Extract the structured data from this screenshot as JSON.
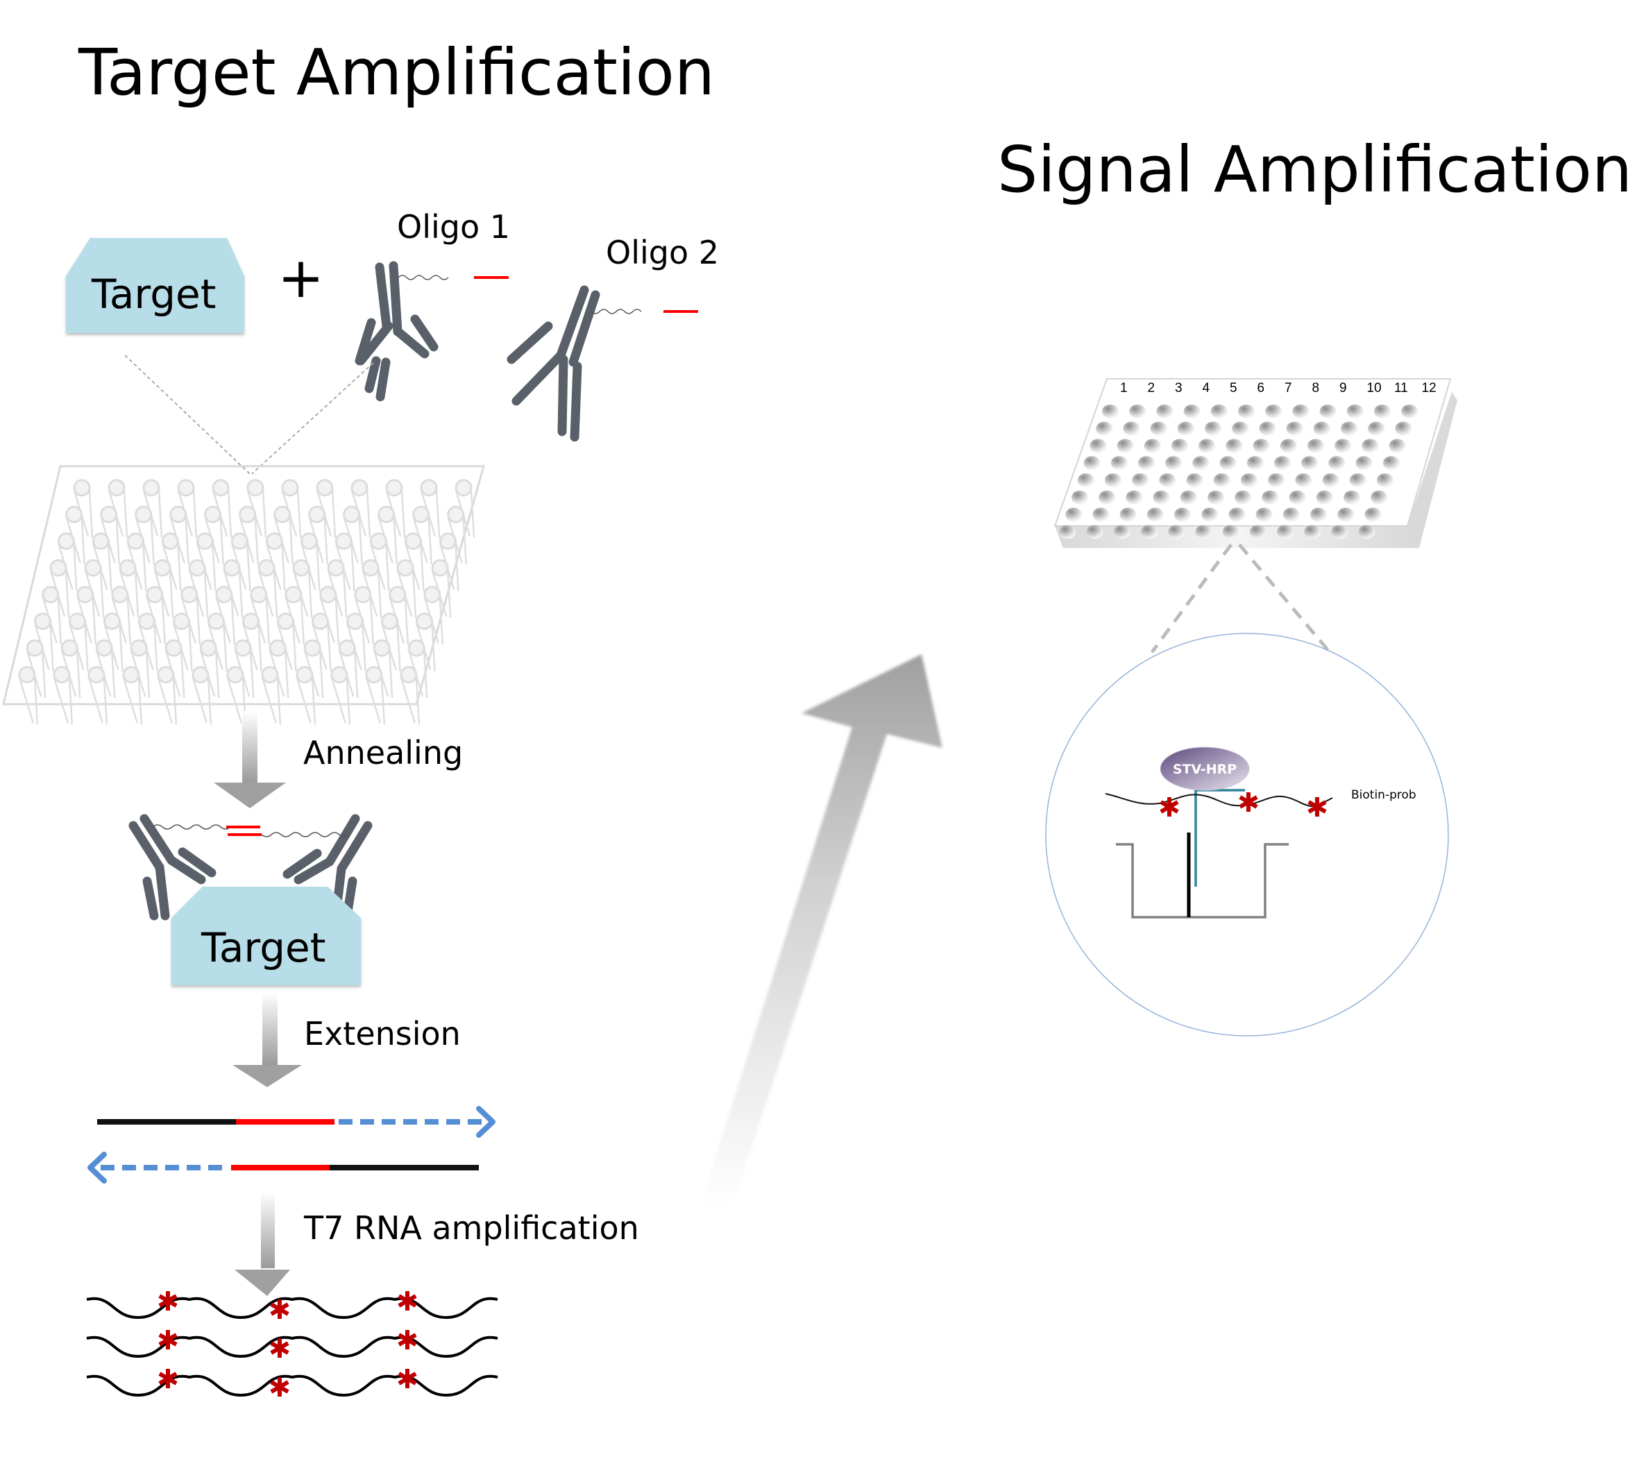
{
  "titles": {
    "left": "Target Amplification",
    "right": "Signal Amplification"
  },
  "target_amplification": {
    "inputs": {
      "target_label": "Target",
      "plus_sign": "+",
      "oligo1_label": "Oligo 1",
      "oligo2_label": "Oligo 2"
    },
    "pcr_plate": {
      "columns": 12,
      "rows": 8
    },
    "steps": [
      {
        "label": "Annealing",
        "result_target_label": "Target"
      },
      {
        "label": "Extension"
      },
      {
        "label": "T7 RNA amplification",
        "rna_strands": 3,
        "labels_per_strand": 3
      }
    ]
  },
  "signal_amplification": {
    "plate": {
      "column_numbers": [
        "1",
        "2",
        "3",
        "4",
        "5",
        "6",
        "7",
        "8",
        "9",
        "10",
        "11",
        "12"
      ],
      "rows": 8
    },
    "inset": {
      "enzyme_label": "STV-HRP",
      "probe_label": "Biotin-prob",
      "biotin_labels": 3
    }
  },
  "colors": {
    "target_box": "#b7dde8",
    "antibody": "#5a6069",
    "primer_red": "#ff0000",
    "extension_blue": "#558ed5",
    "star_red": "#c00000",
    "enzyme_purple": "#6b5b8a",
    "capture_teal": "#31849b",
    "circle_outline": "#95b3d7"
  }
}
